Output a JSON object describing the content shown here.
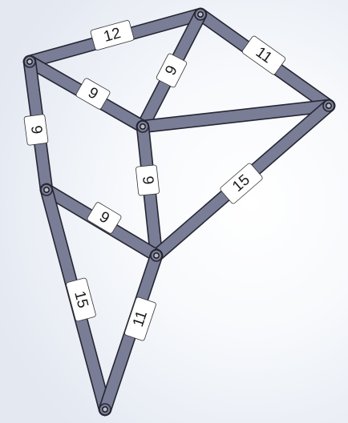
{
  "colors": {
    "bar_fill": "#7a7d96",
    "bar_stroke": "#262733",
    "label_bg": "#ffffff",
    "joint_fill": "#b8bcc9"
  },
  "linkage": {
    "joints": [
      "top",
      "left_top",
      "right",
      "middle",
      "left_mid",
      "center",
      "bottom"
    ],
    "members": [
      {
        "from": "left_top",
        "to": "top",
        "length": "12"
      },
      {
        "from": "top",
        "to": "right",
        "length": "11"
      },
      {
        "from": "top",
        "to": "middle",
        "length": "9"
      },
      {
        "from": "left_top",
        "to": "middle",
        "length": "9"
      },
      {
        "from": "left_top",
        "to": "left_mid",
        "length": "9"
      },
      {
        "from": "middle",
        "to": "right",
        "length": ""
      },
      {
        "from": "middle",
        "to": "center",
        "length": "9"
      },
      {
        "from": "right",
        "to": "center",
        "length": "15"
      },
      {
        "from": "left_mid",
        "to": "center",
        "length": "9"
      },
      {
        "from": "left_mid",
        "to": "bottom",
        "length": "15"
      },
      {
        "from": "center",
        "to": "bottom",
        "length": "11"
      }
    ]
  }
}
